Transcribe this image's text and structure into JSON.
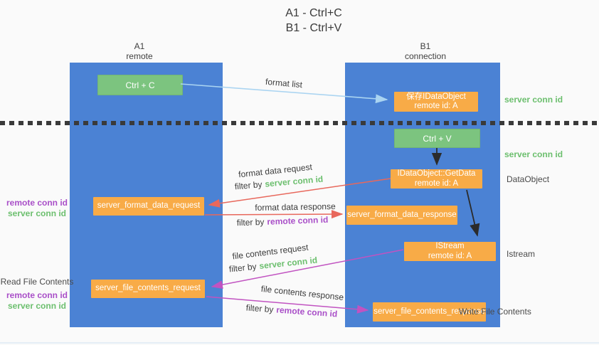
{
  "title": {
    "line1": "A1 - Ctrl+C",
    "line2": "B1 - Ctrl+V"
  },
  "lanes": {
    "left": {
      "title": "A1",
      "subtitle": "remote"
    },
    "right": {
      "title": "B1",
      "subtitle": "connection"
    }
  },
  "nodes": {
    "ctrl_c": {
      "label": "Ctrl + C"
    },
    "ctrl_v": {
      "label": "Ctrl + V"
    },
    "save_idataobject": {
      "line1": "保存IDataObject",
      "line2": "remote id: A"
    },
    "getdata": {
      "line1": "IDataObject::GetData",
      "line2": "remote id: A"
    },
    "istream": {
      "line1": "IStream",
      "line2": "remote id: A"
    },
    "format_request": {
      "label": "server_format_data_request"
    },
    "format_response": {
      "label": "server_format_data_response"
    },
    "file_request": {
      "label": "server_file_contents_request"
    },
    "file_response": {
      "label": "server_file_contents_response"
    }
  },
  "flow_labels": {
    "format_list": "format list",
    "format_data_request": "format data request",
    "format_data_response": "format data response",
    "file_contents_request": "file contents request",
    "file_contents_response": "file contents response",
    "filter_by": "filter by",
    "server_conn_id": "server conn id",
    "remote_conn_id": "remote conn id"
  },
  "side_labels": {
    "right_server_conn_id_top": "server conn id",
    "right_server_conn_id_mid": "server conn id",
    "right_dataobject": "DataObject",
    "right_istream": "Istream",
    "right_write_file_contents": "Write File Contents",
    "left_remote_conn_id_top": "remote conn id",
    "left_server_conn_id_top": "server conn id",
    "left_read_file_contents": "Read File Contents",
    "left_remote_conn_id_bottom": "remote conn id",
    "left_server_conn_id_bottom": "server conn id"
  },
  "colors": {
    "lane_blue": "#4b82d4",
    "box_green": "#7cc47f",
    "box_orange": "#f8ab47",
    "arrow_light_blue": "#aad4f1",
    "arrow_red": "#e8685c",
    "arrow_magenta": "#c153c1",
    "arrow_black": "#2b2b2b",
    "text_green": "#6cbf6e",
    "text_purple": "#a94fc8",
    "text_dark": "#3d3d3d"
  }
}
